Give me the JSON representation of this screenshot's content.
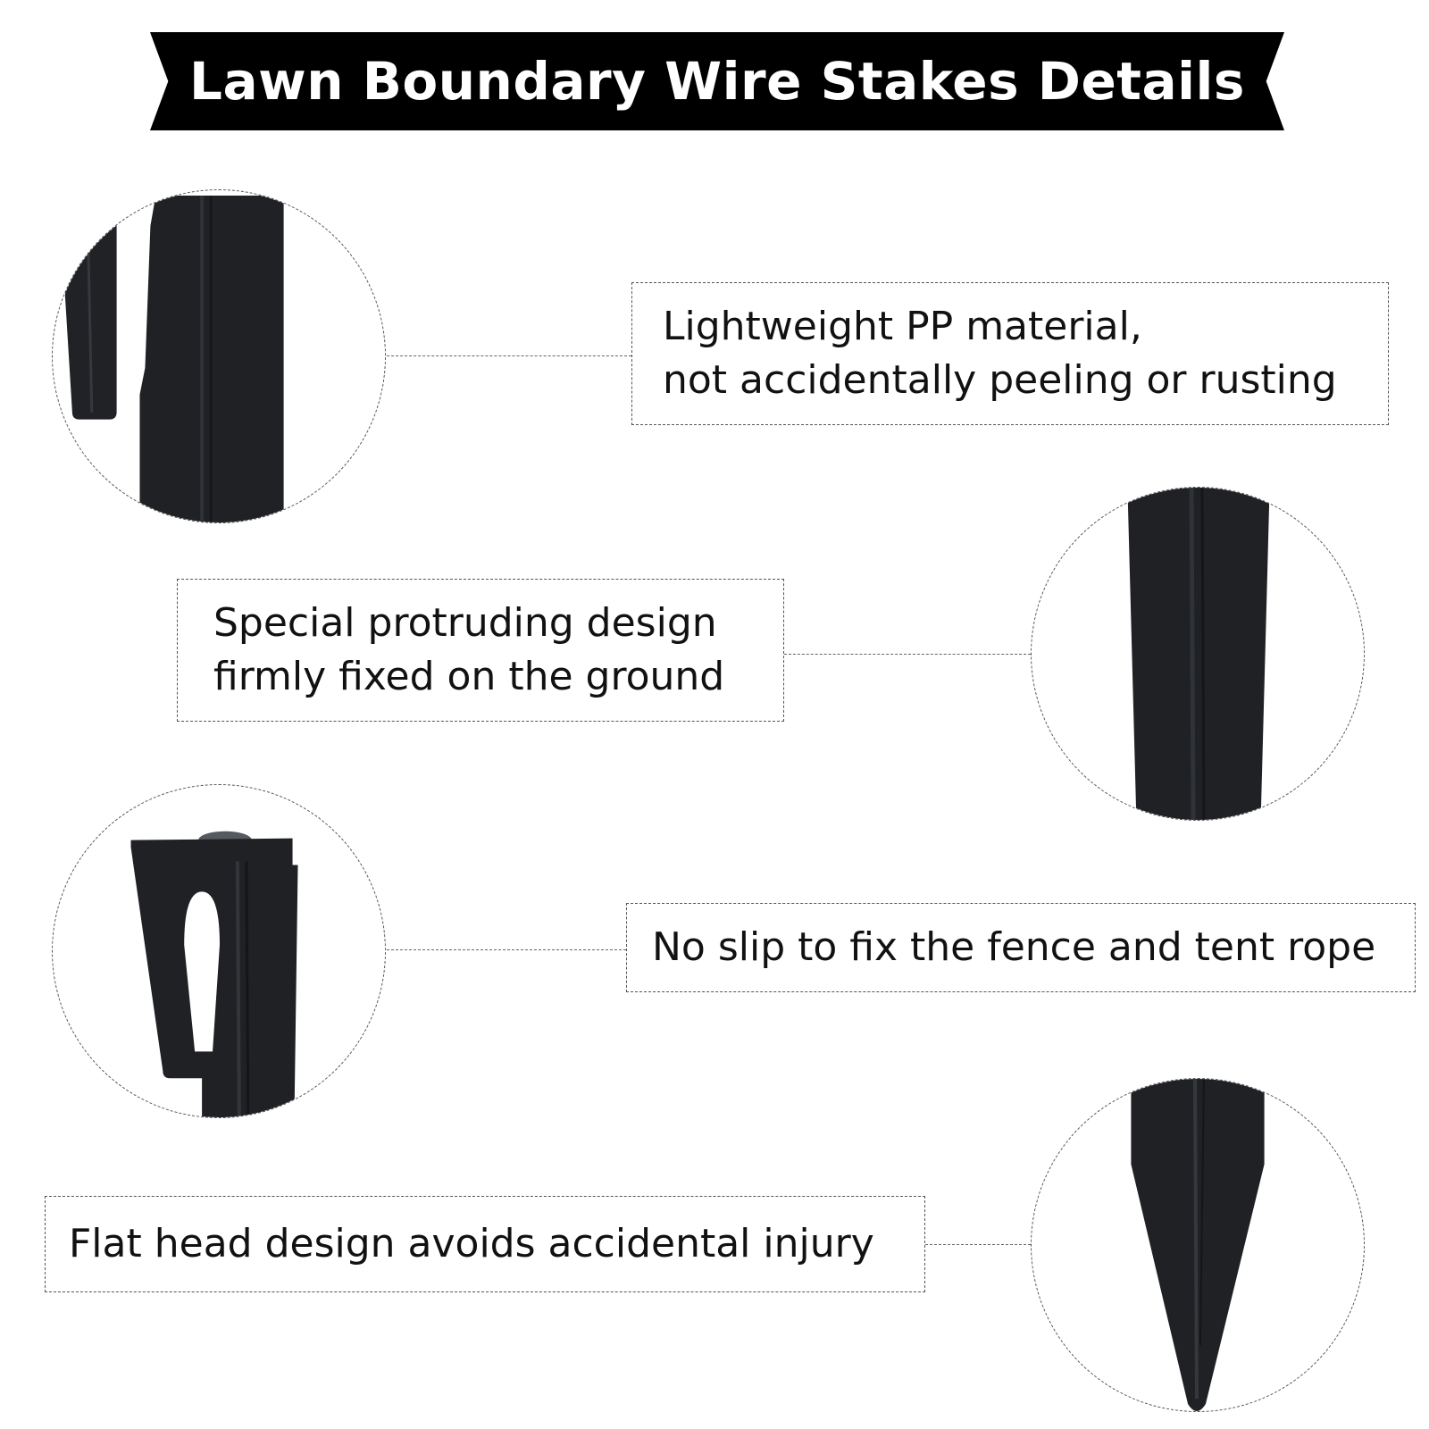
{
  "header": {
    "title": "Lawn Boundary Wire Stakes Details"
  },
  "features": [
    {
      "image_icon": "stake-clip-closeup",
      "lines": [
        "Lightweight PP material,",
        "not accidentally peeling or rusting"
      ]
    },
    {
      "image_icon": "stake-shaft-closeup",
      "lines": [
        "Special protruding design",
        "firmly fixed on the ground"
      ]
    },
    {
      "image_icon": "stake-hook-closeup",
      "lines": [
        "No slip to fix the fence and tent rope"
      ]
    },
    {
      "image_icon": "stake-tip-closeup",
      "lines": [
        "Flat head design avoids accidental injury"
      ]
    }
  ],
  "colors": {
    "banner": "#000000",
    "stake": "#1f2124",
    "border": "#555555"
  }
}
